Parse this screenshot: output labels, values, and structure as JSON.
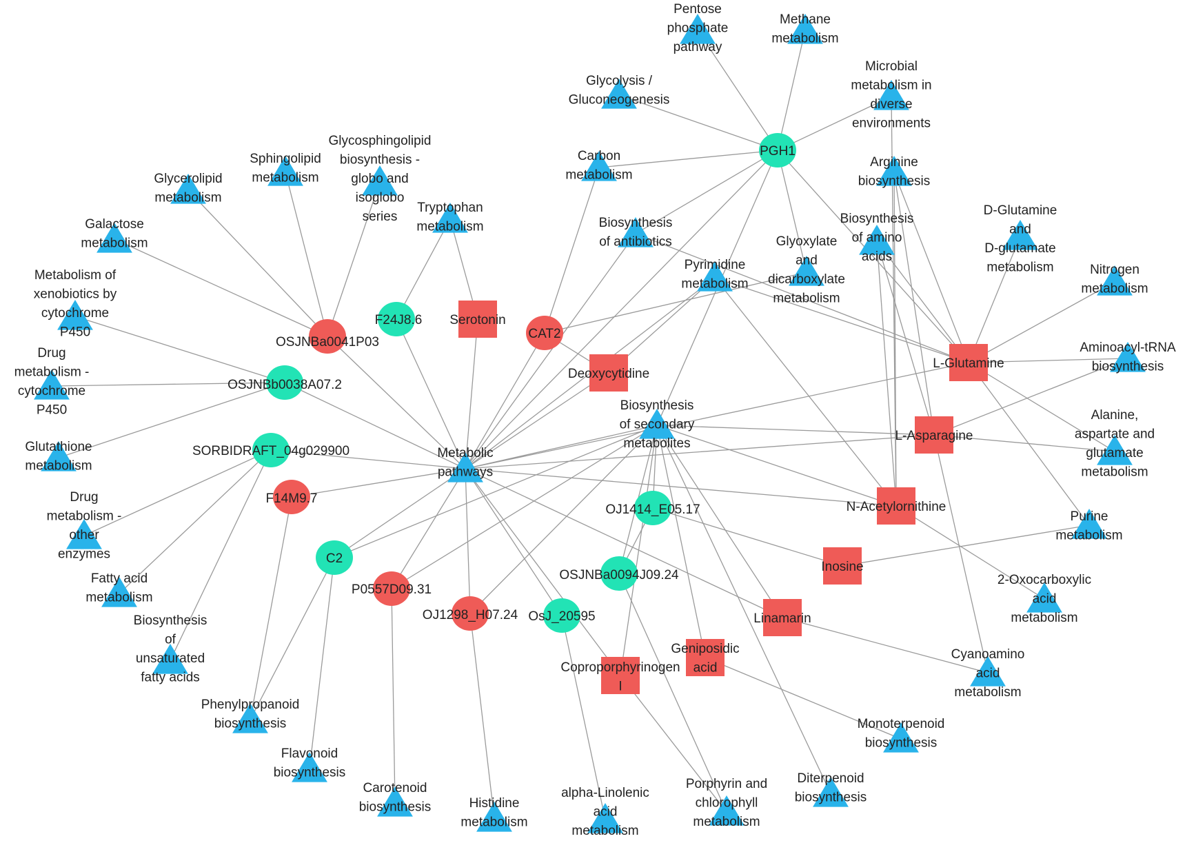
{
  "diagram": {
    "colors": {
      "gene_up": "#ef5b57",
      "gene_down": "#22e3b5",
      "metabolite": "#ef5b57",
      "pathway": "#29b3ea",
      "edge": "#9a9a9a"
    },
    "nodes": [
      {
        "id": "pgh1",
        "kind": "gene_down",
        "lines": [
          "PGH1"
        ]
      },
      {
        "id": "f24j86",
        "kind": "gene_down",
        "lines": [
          "F24J8.6"
        ]
      },
      {
        "id": "osjnbb",
        "kind": "gene_down",
        "lines": [
          "OSJNBb0038A07.2"
        ]
      },
      {
        "id": "sorb",
        "kind": "gene_down",
        "lines": [
          "SORBIDRAFT_04g029900"
        ]
      },
      {
        "id": "c2",
        "kind": "gene_down",
        "lines": [
          "C2"
        ]
      },
      {
        "id": "oj1414",
        "kind": "gene_down",
        "lines": [
          "OJ1414_E05.17"
        ]
      },
      {
        "id": "osjnba0094",
        "kind": "gene_down",
        "lines": [
          "OSJNBa0094J09.24"
        ]
      },
      {
        "id": "osj20595",
        "kind": "gene_down",
        "lines": [
          "OsJ_20595"
        ]
      },
      {
        "id": "osjnba0041",
        "kind": "gene_up",
        "lines": [
          "OSJNBa0041P03"
        ]
      },
      {
        "id": "cat2",
        "kind": "gene_up",
        "lines": [
          "CAT2"
        ]
      },
      {
        "id": "f14m97",
        "kind": "gene_up",
        "lines": [
          "F14M9.7"
        ]
      },
      {
        "id": "p0557",
        "kind": "gene_up",
        "lines": [
          "P0557D09.31"
        ]
      },
      {
        "id": "oj1298",
        "kind": "gene_up",
        "lines": [
          "OJ1298_H07.24"
        ]
      },
      {
        "id": "serotonin",
        "kind": "metabolite",
        "lines": [
          "Serotonin"
        ]
      },
      {
        "id": "deoxycytidine",
        "kind": "metabolite",
        "lines": [
          "Deoxycytidine"
        ]
      },
      {
        "id": "lglutamine",
        "kind": "metabolite",
        "lines": [
          "L-Glutamine"
        ]
      },
      {
        "id": "lasparagine",
        "kind": "metabolite",
        "lines": [
          "L-Asparagine"
        ]
      },
      {
        "id": "nacetyl",
        "kind": "metabolite",
        "lines": [
          "N-Acetylornithine"
        ]
      },
      {
        "id": "inosine",
        "kind": "metabolite",
        "lines": [
          "Inosine"
        ]
      },
      {
        "id": "linamarin",
        "kind": "metabolite",
        "lines": [
          "Linamarin"
        ]
      },
      {
        "id": "geniposidic",
        "kind": "metabolite",
        "lines": [
          "Geniposidic",
          "acid"
        ]
      },
      {
        "id": "copro",
        "kind": "metabolite",
        "lines": [
          "Coproporphyrinogen",
          "I"
        ]
      },
      {
        "id": "pentose",
        "kind": "pathway",
        "lines": [
          "Pentose",
          "phosphate",
          "pathway"
        ]
      },
      {
        "id": "methane",
        "kind": "pathway",
        "lines": [
          "Methane",
          "metabolism"
        ]
      },
      {
        "id": "microbial",
        "kind": "pathway",
        "lines": [
          "Microbial",
          "metabolism in",
          "diverse",
          "environments"
        ]
      },
      {
        "id": "glycolysis",
        "kind": "pathway",
        "lines": [
          "Glycolysis /",
          "Gluconeogenesis"
        ]
      },
      {
        "id": "carbon",
        "kind": "pathway",
        "lines": [
          "Carbon",
          "metabolism"
        ]
      },
      {
        "id": "arginine",
        "kind": "pathway",
        "lines": [
          "Arginine",
          "biosynthesis"
        ]
      },
      {
        "id": "biosynamino",
        "kind": "pathway",
        "lines": [
          "Biosynthesis",
          "of amino",
          "acids"
        ]
      },
      {
        "id": "dglutamine",
        "kind": "pathway",
        "lines": [
          "D-Glutamine",
          "and",
          "D-glutamate",
          "metabolism"
        ]
      },
      {
        "id": "nitrogen",
        "kind": "pathway",
        "lines": [
          "Nitrogen",
          "metabolism"
        ]
      },
      {
        "id": "aminoacyl",
        "kind": "pathway",
        "lines": [
          "Aminoacyl-tRNA",
          "biosynthesis"
        ]
      },
      {
        "id": "alanine",
        "kind": "pathway",
        "lines": [
          "Alanine,",
          "aspartate and",
          "glutamate",
          "metabolism"
        ]
      },
      {
        "id": "purine",
        "kind": "pathway",
        "lines": [
          "Purine",
          "metabolism"
        ]
      },
      {
        "id": "oxocarbox",
        "kind": "pathway",
        "lines": [
          "2-Oxocarboxylic",
          "acid",
          "metabolism"
        ]
      },
      {
        "id": "cyanoamino",
        "kind": "pathway",
        "lines": [
          "Cyanoamino",
          "acid",
          "metabolism"
        ]
      },
      {
        "id": "monoterpenoid",
        "kind": "pathway",
        "lines": [
          "Monoterpenoid",
          "biosynthesis"
        ]
      },
      {
        "id": "diterpenoid",
        "kind": "pathway",
        "lines": [
          "Diterpenoid",
          "biosynthesis"
        ]
      },
      {
        "id": "porphyrin",
        "kind": "pathway",
        "lines": [
          "Porphyrin and",
          "chlorophyll",
          "metabolism"
        ]
      },
      {
        "id": "linolenic",
        "kind": "pathway",
        "lines": [
          "alpha-Linolenic",
          "acid",
          "metabolism"
        ]
      },
      {
        "id": "histidine",
        "kind": "pathway",
        "lines": [
          "Histidine",
          "metabolism"
        ]
      },
      {
        "id": "carotenoid",
        "kind": "pathway",
        "lines": [
          "Carotenoid",
          "biosynthesis"
        ]
      },
      {
        "id": "flavonoid",
        "kind": "pathway",
        "lines": [
          "Flavonoid",
          "biosynthesis"
        ]
      },
      {
        "id": "phenylprop",
        "kind": "pathway",
        "lines": [
          "Phenylpropanoid",
          "biosynthesis"
        ]
      },
      {
        "id": "unsatfatty",
        "kind": "pathway",
        "lines": [
          "Biosynthesis",
          "of",
          "unsaturated",
          "fatty acids"
        ]
      },
      {
        "id": "fattyacid",
        "kind": "pathway",
        "lines": [
          "Fatty acid",
          "metabolism"
        ]
      },
      {
        "id": "drugother",
        "kind": "pathway",
        "lines": [
          "Drug",
          "metabolism -",
          "other",
          "enzymes"
        ]
      },
      {
        "id": "glutathione",
        "kind": "pathway",
        "lines": [
          "Glutathione",
          "metabolism"
        ]
      },
      {
        "id": "drugcyp",
        "kind": "pathway",
        "lines": [
          "Drug",
          "metabolism -",
          "cytochrome",
          "P450"
        ]
      },
      {
        "id": "xenobiotics",
        "kind": "pathway",
        "lines": [
          "Metabolism of",
          "xenobiotics by",
          "cytochrome",
          "P450"
        ]
      },
      {
        "id": "galactose",
        "kind": "pathway",
        "lines": [
          "Galactose",
          "metabolism"
        ]
      },
      {
        "id": "glycerolipid",
        "kind": "pathway",
        "lines": [
          "Glycerolipid",
          "metabolism"
        ]
      },
      {
        "id": "sphingolipid",
        "kind": "pathway",
        "lines": [
          "Sphingolipid",
          "metabolism"
        ]
      },
      {
        "id": "glycosphingo",
        "kind": "pathway",
        "lines": [
          "Glycosphingolipid",
          "biosynthesis -",
          "globo and",
          "isoglobo",
          "series"
        ]
      },
      {
        "id": "tryptophan",
        "kind": "pathway",
        "lines": [
          "Tryptophan",
          "metabolism"
        ]
      },
      {
        "id": "antibiotics",
        "kind": "pathway",
        "lines": [
          "Biosynthesis",
          "of antibiotics"
        ]
      },
      {
        "id": "pyrimidine",
        "kind": "pathway",
        "lines": [
          "Pyrimidine",
          "metabolism"
        ]
      },
      {
        "id": "glyoxylate",
        "kind": "pathway",
        "lines": [
          "Glyoxylate",
          "and",
          "dicarboxylate",
          "metabolism"
        ]
      },
      {
        "id": "secondary",
        "kind": "pathway",
        "lines": [
          "Biosynthesis",
          "of secondary",
          "metabolites"
        ]
      },
      {
        "id": "metabolic",
        "kind": "pathway",
        "lines": [
          "Metabolic",
          "pathways"
        ]
      }
    ],
    "edges": [
      [
        "pgh1",
        "pentose"
      ],
      [
        "pgh1",
        "methane"
      ],
      [
        "pgh1",
        "glycolysis"
      ],
      [
        "pgh1",
        "microbial"
      ],
      [
        "pgh1",
        "carbon"
      ],
      [
        "pgh1",
        "antibiotics"
      ],
      [
        "pgh1",
        "metabolic"
      ],
      [
        "pgh1",
        "secondary"
      ],
      [
        "pgh1",
        "lglutamine"
      ],
      [
        "pgh1",
        "glyoxylate"
      ],
      [
        "metabolic",
        "osjnba0041"
      ],
      [
        "metabolic",
        "f24j86"
      ],
      [
        "metabolic",
        "serotonin"
      ],
      [
        "metabolic",
        "cat2"
      ],
      [
        "metabolic",
        "osjnbb"
      ],
      [
        "metabolic",
        "sorb"
      ],
      [
        "metabolic",
        "f14m97"
      ],
      [
        "metabolic",
        "c2"
      ],
      [
        "metabolic",
        "p0557"
      ],
      [
        "metabolic",
        "oj1298"
      ],
      [
        "metabolic",
        "osj20595"
      ],
      [
        "metabolic",
        "deoxycytidine"
      ],
      [
        "metabolic",
        "antibiotics"
      ],
      [
        "metabolic",
        "lglutamine"
      ],
      [
        "metabolic",
        "lasparagine"
      ],
      [
        "metabolic",
        "nacetyl"
      ],
      [
        "metabolic",
        "linamarin"
      ],
      [
        "metabolic",
        "copro"
      ],
      [
        "metabolic",
        "secondary"
      ],
      [
        "metabolic",
        "pyrimidine"
      ],
      [
        "osjnba0041",
        "galactose"
      ],
      [
        "osjnba0041",
        "glycerolipid"
      ],
      [
        "osjnba0041",
        "sphingolipid"
      ],
      [
        "osjnba0041",
        "glycosphingo"
      ],
      [
        "osjnbb",
        "xenobiotics"
      ],
      [
        "osjnbb",
        "drugcyp"
      ],
      [
        "osjnbb",
        "glutathione"
      ],
      [
        "sorb",
        "drugother"
      ],
      [
        "sorb",
        "fattyacid"
      ],
      [
        "sorb",
        "unsatfatty"
      ],
      [
        "f14m97",
        "phenylprop"
      ],
      [
        "c2",
        "phenylprop"
      ],
      [
        "c2",
        "flavonoid"
      ],
      [
        "c2",
        "secondary"
      ],
      [
        "p0557",
        "carotenoid"
      ],
      [
        "p0557",
        "secondary"
      ],
      [
        "oj1298",
        "histidine"
      ],
      [
        "oj1298",
        "secondary"
      ],
      [
        "osj20595",
        "linolenic"
      ],
      [
        "osjnba0094",
        "porphyrin"
      ],
      [
        "osjnba0094",
        "secondary"
      ],
      [
        "oj1414",
        "secondary"
      ],
      [
        "oj1414",
        "inosine"
      ],
      [
        "oj1414",
        "osjnba0094"
      ],
      [
        "copro",
        "porphyrin"
      ],
      [
        "copro",
        "secondary"
      ],
      [
        "geniposidic",
        "monoterpenoid"
      ],
      [
        "geniposidic",
        "secondary"
      ],
      [
        "secondary",
        "diterpenoid"
      ],
      [
        "secondary",
        "linamarin"
      ],
      [
        "secondary",
        "lasparagine"
      ],
      [
        "secondary",
        "nacetyl"
      ],
      [
        "linamarin",
        "cyanoamino"
      ],
      [
        "inosine",
        "purine"
      ],
      [
        "f24j86",
        "tryptophan"
      ],
      [
        "serotonin",
        "tryptophan"
      ],
      [
        "cat2",
        "carbon"
      ],
      [
        "cat2",
        "deoxycytidine"
      ],
      [
        "cat2",
        "glyoxylate"
      ],
      [
        "deoxycytidine",
        "pyrimidine"
      ],
      [
        "pyrimidine",
        "lglutamine"
      ],
      [
        "lglutamine",
        "arginine"
      ],
      [
        "lglutamine",
        "biosynamino"
      ],
      [
        "lglutamine",
        "dglutamine"
      ],
      [
        "lglutamine",
        "nitrogen"
      ],
      [
        "lglutamine",
        "aminoacyl"
      ],
      [
        "lglutamine",
        "alanine"
      ],
      [
        "lglutamine",
        "purine"
      ],
      [
        "lglutamine",
        "antibiotics"
      ],
      [
        "lasparagine",
        "aminoacyl"
      ],
      [
        "lasparagine",
        "alanine"
      ],
      [
        "lasparagine",
        "cyanoamino"
      ],
      [
        "lasparagine",
        "arginine"
      ],
      [
        "lasparagine",
        "biosynamino"
      ],
      [
        "nacetyl",
        "arginine"
      ],
      [
        "nacetyl",
        "biosynamino"
      ],
      [
        "nacetyl",
        "oxocarbox"
      ],
      [
        "nacetyl",
        "pyrimidine"
      ],
      [
        "nacetyl",
        "microbial"
      ]
    ]
  }
}
